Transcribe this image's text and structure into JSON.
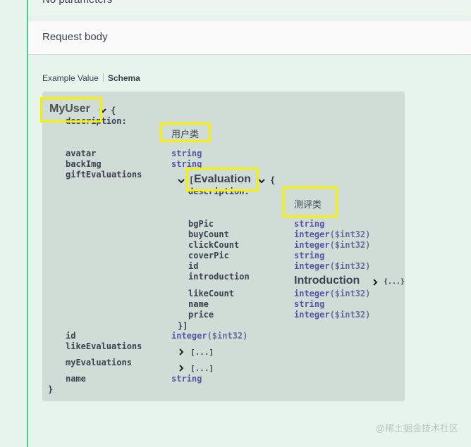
{
  "top": {
    "no_params": "No parameters"
  },
  "request_body": {
    "title": "Request body"
  },
  "tabs": {
    "example": "Example Value",
    "schema": "Schema"
  },
  "schema": {
    "model_name": "MyUser",
    "open_brace": "{",
    "close_brace": "}",
    "description_label": "description:",
    "description_value": "用户类",
    "properties": [
      {
        "name": "avatar",
        "type": "string"
      },
      {
        "name": "backImg",
        "type": "string"
      },
      {
        "name": "giftEvaluations"
      },
      {
        "name": "id",
        "type": "integer",
        "format": "($int32)"
      },
      {
        "name": "likeEvaluations",
        "collapsed": "[...]"
      },
      {
        "name": "myEvaluations",
        "collapsed": "[...]"
      },
      {
        "name": "name",
        "type": "string"
      }
    ],
    "evaluation": {
      "open": "[",
      "name": "Evaluation",
      "brace": "{",
      "close": "}]",
      "description_label": "description:",
      "description_value": "测评类",
      "properties": [
        {
          "name": "bgPic",
          "type": "string"
        },
        {
          "name": "buyCount",
          "type": "integer",
          "format": "($int32)"
        },
        {
          "name": "clickCount",
          "type": "integer",
          "format": "($int32)"
        },
        {
          "name": "coverPic",
          "type": "string"
        },
        {
          "name": "id",
          "type": "integer",
          "format": "($int32)"
        },
        {
          "name": "introduction",
          "ref": "Introduction",
          "collapsed": "{...}"
        },
        {
          "name": "likeCount",
          "type": "integer",
          "format": "($int32)"
        },
        {
          "name": "name",
          "type": "string"
        },
        {
          "name": "price",
          "type": "integer",
          "format": "($int32)"
        }
      ]
    }
  },
  "watermark": "@稀土掘金技术社区",
  "colors": {
    "accent": "#49cc90",
    "highlight": "#f8f000",
    "type": "#5555aa"
  }
}
